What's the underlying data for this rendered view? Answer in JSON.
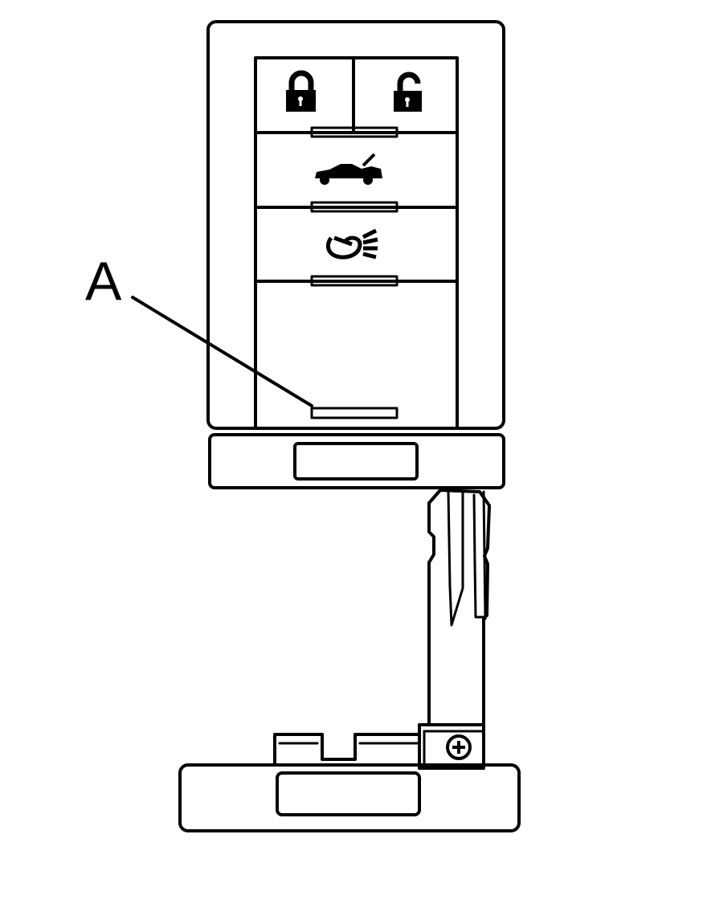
{
  "diagram": {
    "callouts": [
      {
        "id": "A",
        "label": "A",
        "target": "key-release-slot"
      }
    ],
    "buttons": [
      {
        "id": "lock",
        "icon": "lock-icon"
      },
      {
        "id": "unlock",
        "icon": "unlock-icon"
      },
      {
        "id": "trunk",
        "icon": "trunk-release-icon"
      },
      {
        "id": "panic",
        "icon": "panic-alarm-icon"
      }
    ],
    "colors": {
      "line": "#000000",
      "background": "#ffffff"
    }
  }
}
